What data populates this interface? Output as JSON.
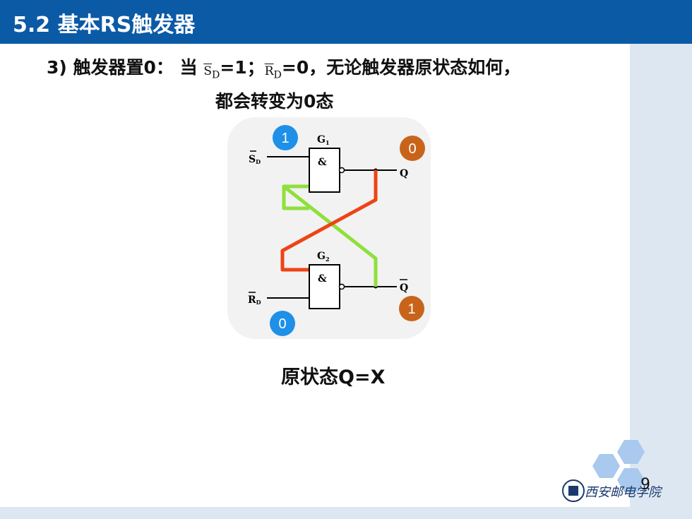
{
  "header": {
    "title": "5.2 基本RS触发器"
  },
  "content": {
    "condition_prefix": "3) 触发器置0： 当",
    "sd_base": "S",
    "sd_sub": "D",
    "sd_value": "=1；",
    "rd_base": "R",
    "rd_sub": "D",
    "rd_value": "=0，无论触发器原状态如何，",
    "condition_line2": "都会转变为0态"
  },
  "circuit": {
    "gate1_label": "G",
    "gate1_sub": "1",
    "gate2_label": "G",
    "gate2_sub": "2",
    "gate_symbol": "&",
    "input_sd_base": "S",
    "input_sd_sub": "D",
    "input_rd_base": "R",
    "input_rd_sub": "D",
    "output_q": "Q",
    "output_qbar": "Q",
    "badge_sd": "1",
    "badge_rd": "0",
    "badge_q": "0",
    "badge_qbar": "1",
    "colors": {
      "input_badge": "#1e90e8",
      "output_badge": "#c8641a",
      "green_wire": "#8fe03a",
      "red_wire": "#ee4415"
    }
  },
  "caption": "原状态Q=X",
  "footer": {
    "page_number": "9",
    "school_name": "西安邮电学院"
  }
}
